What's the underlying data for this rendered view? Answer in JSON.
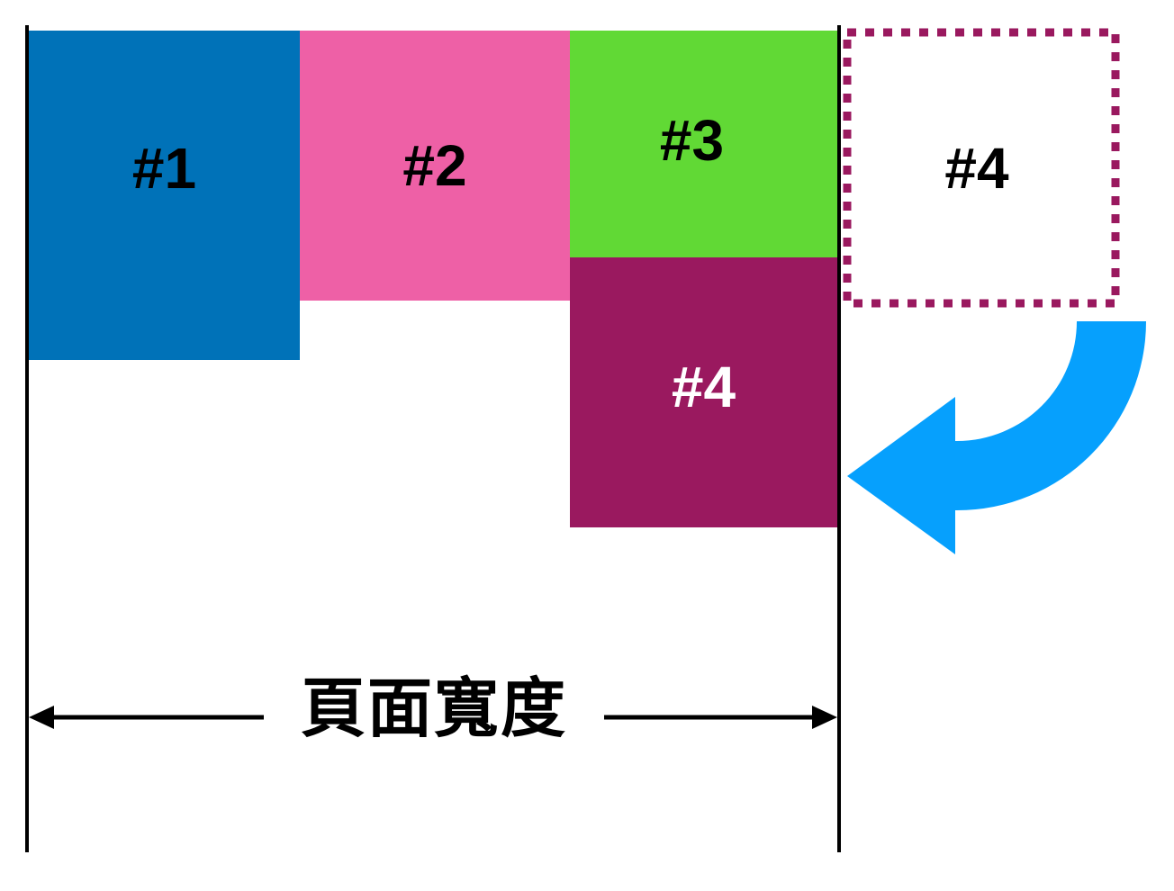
{
  "boxes": {
    "box1": {
      "label": "#1",
      "color": "#0072b8"
    },
    "box2": {
      "label": "#2",
      "color": "#ee60a6"
    },
    "box3": {
      "label": "#3",
      "color": "#61d935"
    },
    "box4": {
      "label": "#4",
      "color": "#9a195f"
    },
    "ghost4": {
      "label": "#4",
      "border_color": "#9a195f"
    }
  },
  "page_width_label": "頁面寬度",
  "colors": {
    "line": "#000000",
    "arrow": "#06a0fd",
    "label_dark": "#000000",
    "label_light": "#ffffff"
  },
  "icons": {
    "curved_arrow": "curved-arrow-left-icon",
    "dimension_arrow": "double-headed-arrow-icon"
  }
}
